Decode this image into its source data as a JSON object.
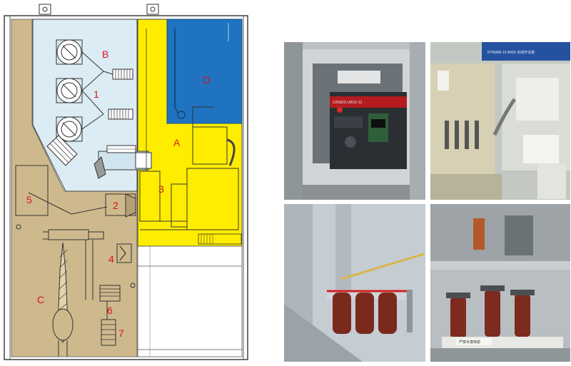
{
  "diagram": {
    "labels": {
      "B": "B",
      "D": "D",
      "one": "1",
      "A": "A",
      "three": "3",
      "five": "5",
      "two": "2",
      "four": "4",
      "C": "C",
      "six": "6",
      "seven": "7"
    },
    "colors": {
      "busbar_compartment": "#dcecf4",
      "breaker_compartment": "#ffed00",
      "lv_compartment": "#1f73c1",
      "cable_compartment": "#ceb98d",
      "label": "#d8141b"
    }
  },
  "photos": {
    "breaker": {
      "nameplate": "CRSEIS·UW12-12"
    },
    "lv_panel": {
      "title_plate": "KYN28A-12 AH02 出线开关柜"
    },
    "arrester": {
      "warning_label": "严禁手摸电缆"
    }
  }
}
